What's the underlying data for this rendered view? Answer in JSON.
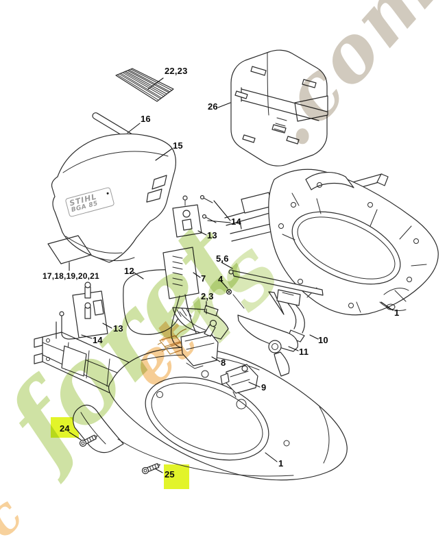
{
  "diagram": {
    "type": "exploded-parts-drawing",
    "logo": {
      "line1": "STIHL",
      "line2": "BGA 85"
    },
    "watermark": {
      "word": "foret",
      "mid": "rs",
      "accent": "et",
      "corner": "c",
      "suffix": ".com",
      "green": "#c7dd94",
      "orange": "#f4c17b",
      "tan": "#cdc6b8"
    },
    "colors": {
      "highlight": "#e2f42a",
      "line_art": "#2b2b2b",
      "connector_orange": "#b98a3f"
    },
    "labels": {
      "l22_23": "22,23",
      "l16": "16",
      "l15": "15",
      "l26": "26",
      "l14_top": "14",
      "l13_top": "13",
      "l5_6": "5,6",
      "l7": "7",
      "l4": "4",
      "l12": "12",
      "l2_3": "2,3",
      "l17_21": "17,18,19,20,21",
      "l13_left": "13",
      "l14_left": "14",
      "l8": "8",
      "l10": "10",
      "l11": "11",
      "l9": "9",
      "l1_right": "1",
      "l1_bottom": "1",
      "l24": "24",
      "l25": "25"
    }
  }
}
